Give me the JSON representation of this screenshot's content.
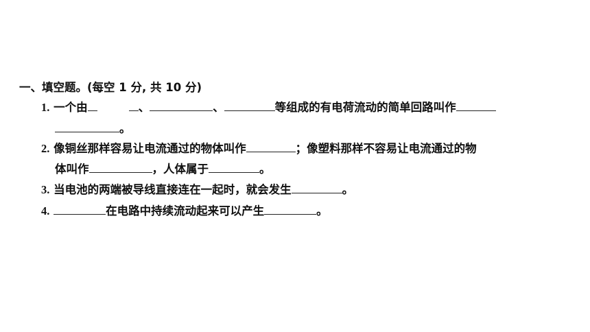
{
  "section": {
    "heading": "一、填空题。",
    "note": "(每空 1 分, 共 10 分)"
  },
  "questions": [
    {
      "number": "1.",
      "line1_a": "一个由",
      "sep1": "、",
      "sep2": "、",
      "line1_b": "等组成的有电荷流动的简单回路叫作",
      "line2_end": "。"
    },
    {
      "number": "2.",
      "line1_a": "像铜丝那样容易让电流通过的物体叫作",
      "line1_b": "；像塑料那样不容易让电流通过的物",
      "line2_a": "体叫作",
      "line2_b": "，人体属于",
      "line2_end": "。"
    },
    {
      "number": "3.",
      "text": "当电池的两端被导线直接连在一起时，就会发生",
      "end": "。"
    },
    {
      "number": "4.",
      "text": "在电路中持续流动起来可以产生",
      "end": "。"
    }
  ]
}
